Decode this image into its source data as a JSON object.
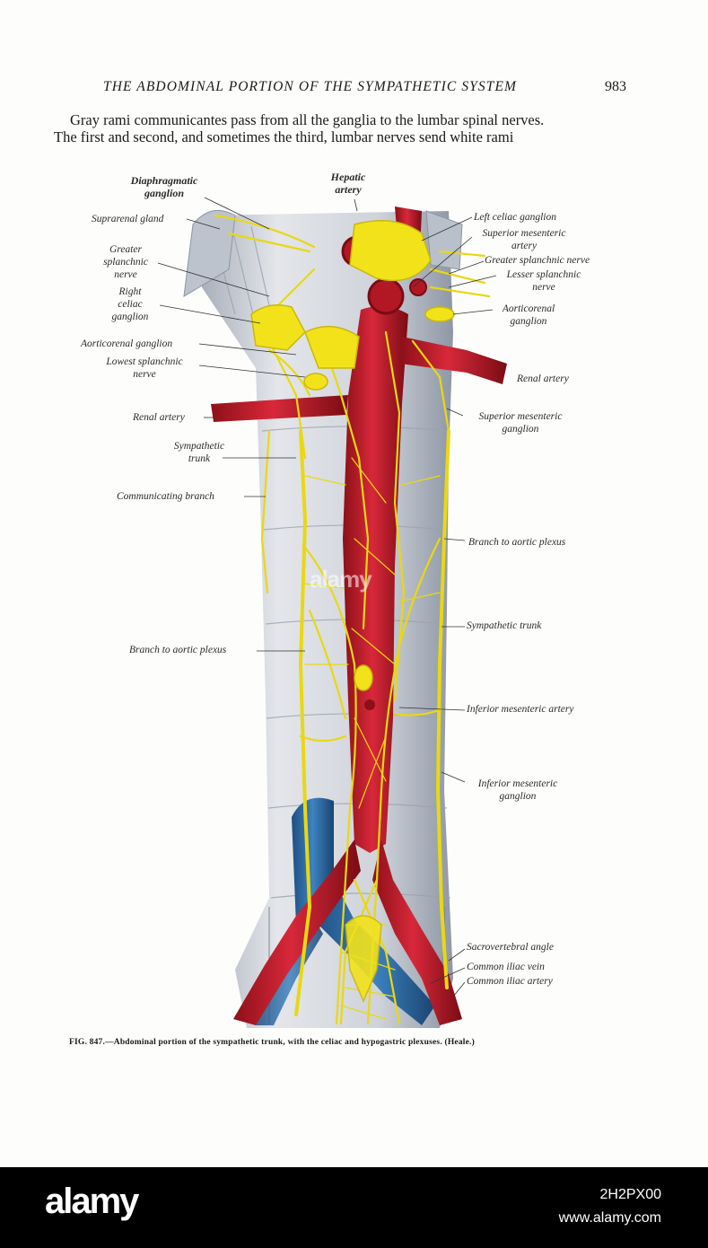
{
  "page": {
    "running_title": "THE ABDOMINAL PORTION OF THE SYMPATHETIC SYSTEM",
    "page_number": "983",
    "body_lines": [
      "Gray rami communicantes pass from all the ganglia to the lumbar spinal nerves.",
      "The first and second, and sometimes the third, lumbar nerves send white rami"
    ]
  },
  "figure": {
    "labels_left": {
      "diaphragmatic_ganglion": [
        "Diaphragmatic",
        "ganglion"
      ],
      "hepatic_artery": [
        "Hepatic",
        "artery"
      ],
      "suprarenal_gland": "Suprarenal gland",
      "greater_splanchnic_nerve": [
        "Greater",
        "splanchnic",
        "nerve"
      ],
      "right_celiac_ganglion": [
        "Right",
        "celiac",
        "ganglion"
      ],
      "aorticorenal_ganglion": "Aorticorenal ganglion",
      "lowest_splanchnic_nerve": [
        "Lowest splanchnic",
        "nerve"
      ],
      "renal_artery": "Renal artery",
      "sympathetic_trunk": [
        "Sympathetic",
        "trunk"
      ],
      "communicating_branch": "Communicating branch",
      "branch_to_aortic_plexus": "Branch to aortic plexus"
    },
    "labels_right": {
      "left_celiac_ganglion": "Left celiac ganglion",
      "superior_mesenteric_artery": [
        "Superior mesenteric",
        "artery"
      ],
      "greater_splanchnic_nerve": "Greater splanchnic nerve",
      "lesser_splanchnic_nerve": [
        "Lesser splanchnic",
        "nerve"
      ],
      "aorticorenal_ganglion": [
        "Aorticorenal",
        "ganglion"
      ],
      "renal_artery": "Renal artery",
      "superior_mesenteric_ganglion": [
        "Superior mesenteric",
        "ganglion"
      ],
      "branch_to_aortic_plexus": "Branch to aortic plexus",
      "sympathetic_trunk": "Sympathetic trunk",
      "inferior_mesenteric_artery": "Inferior mesenteric artery",
      "inferior_mesenteric_ganglion": [
        "Inferior mesenteric",
        "ganglion"
      ],
      "sacrovertebral_angle": "Sacrovertebral angle",
      "common_iliac_vein": "Common iliac vein",
      "common_iliac_artery": "Common iliac artery"
    },
    "colors": {
      "artery": "#c8202c",
      "vein": "#2f6fa8",
      "nerve": "#f2e21a",
      "bone": "#c9cdd4"
    },
    "caption": "FIG. 847.—Abdominal portion of the sympathetic trunk, with the celiac and hypogastric plexuses. (Heale.)",
    "watermark_center": "alamy"
  },
  "footer": {
    "logo": "alamy",
    "image_id": "2H2PX00",
    "url": "www.alamy.com"
  }
}
